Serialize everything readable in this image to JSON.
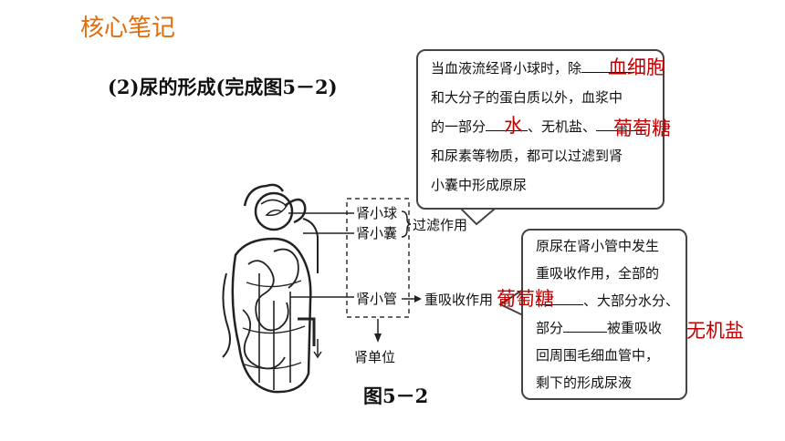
{
  "title": "核心笔记",
  "subtitle": "(2)尿的形成(完成图5－2)",
  "bubble_top": {
    "line1_a": "当血液流经肾小球时，除",
    "line2": "和大分子的蛋白质以外，血浆中",
    "line3_a": "的一部分",
    "line3_b": "、无机盐、",
    "line4": "和尿素等物质，都可以过滤到肾",
    "line5": "小囊中形成原尿"
  },
  "bubble_bottom": {
    "line1": "原尿在肾小管中发生",
    "line2": "重吸收作用，全部的",
    "line3": "、大部分水分、",
    "line4_a": "部分",
    "line4_b": "被重吸收",
    "line5": "回周围毛细血管中，",
    "line6": "剩下的形成尿液"
  },
  "answers": {
    "blood_cell": "血细胞",
    "water": "水",
    "glucose_top": "葡萄糖",
    "glucose_bottom": "葡萄糖",
    "inorganic_salt": "无机盐"
  },
  "diagram": {
    "glomerulus": "肾小球",
    "capsule": "肾小囊",
    "filtration": "过滤作用",
    "tubule": "肾小管",
    "reabsorption": "重吸收作用",
    "nephron": "肾单位",
    "caption": "图5－2"
  }
}
